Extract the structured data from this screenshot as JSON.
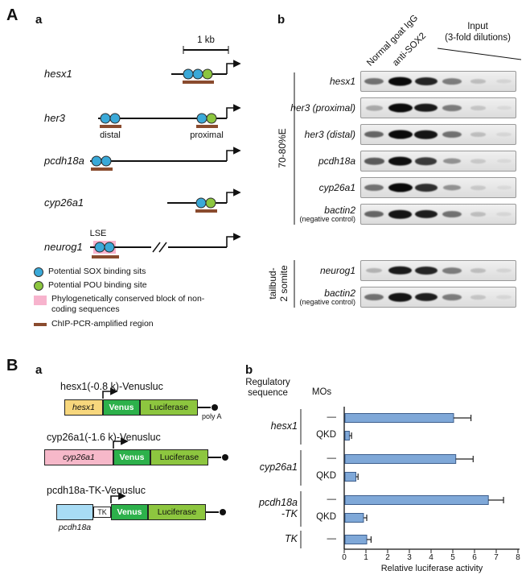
{
  "colors": {
    "sox": "#3aa9d8",
    "pou": "#8cc63f",
    "conserved": "#f7b3cd",
    "chip": "#8a4b2e",
    "venus": "#2db14b",
    "luciferase": "#8dc63f",
    "hesx1_box": "#f7d77d",
    "cyp26a1_box": "#f6b8c9",
    "pcdh18a_box": "#a8dcf5",
    "bar_stroke": "#3d5e8c"
  },
  "panelA": {
    "label": "A",
    "a": {
      "label": "a",
      "scale_label": "1 kb",
      "genes": [
        {
          "name": "hesx1"
        },
        {
          "name": "her3",
          "distal_label": "distal",
          "proximal_label": "proximal"
        },
        {
          "name": "pcdh18a"
        },
        {
          "name": "cyp26a1"
        },
        {
          "name": "neurog1",
          "enhancer_label": "LSE"
        }
      ],
      "legend": [
        {
          "icon": "sox-site-icon",
          "text": "Potential SOX binding sits"
        },
        {
          "icon": "pou-site-icon",
          "text": "Potential POU binding site"
        },
        {
          "icon": "conserved-block-icon",
          "text": "Phylogenetically conserved block of non-coding sequences"
        },
        {
          "icon": "chip-region-icon",
          "text": "ChIP-PCR-amplified region"
        }
      ]
    },
    "b": {
      "label": "b",
      "lane_headers": {
        "igg": "Normal goat IgG",
        "sox2": "anti-SOX2",
        "input_line1": "Input",
        "input_line2": "(3-fold dilutions)"
      },
      "stage_groups": [
        {
          "stage": "70-80%E",
          "rows": [
            {
              "gene": "hesx1",
              "note": "",
              "lanes": [
                0.5,
                0.97,
                0.85,
                0.45,
                0.15,
                0.05
              ]
            },
            {
              "gene": "her3 (proximal)",
              "note": "",
              "lanes": [
                0.25,
                1.0,
                0.9,
                0.45,
                0.12,
                0.03
              ]
            },
            {
              "gene": "her3 (distal)",
              "note": "",
              "lanes": [
                0.55,
                1.0,
                0.92,
                0.5,
                0.15,
                0.04
              ]
            },
            {
              "gene": "pcdh18a",
              "note": "",
              "lanes": [
                0.6,
                0.95,
                0.75,
                0.35,
                0.1,
                0.03
              ]
            },
            {
              "gene": "cyp26a1",
              "note": "",
              "lanes": [
                0.5,
                1.0,
                0.8,
                0.35,
                0.1,
                0.03
              ]
            },
            {
              "gene": "bactin2",
              "note": "(negative control)",
              "lanes": [
                0.55,
                0.92,
                0.88,
                0.5,
                0.15,
                0.04
              ]
            }
          ]
        },
        {
          "stage_line1": "tailbud-",
          "stage_line2": "2 somite",
          "rows": [
            {
              "gene": "neurog1",
              "note": "",
              "lanes": [
                0.2,
                0.9,
                0.85,
                0.45,
                0.15,
                0.05
              ]
            },
            {
              "gene": "bactin2",
              "note": "(negative control)",
              "lanes": [
                0.5,
                0.92,
                0.88,
                0.45,
                0.12,
                0.04
              ]
            }
          ]
        }
      ]
    }
  },
  "panelB": {
    "label": "B",
    "a": {
      "label": "a",
      "constructs": [
        {
          "title": "hesx1(-0.8 k)-Venusluc",
          "promoter": "hesx1",
          "venus": "Venus",
          "luciferase": "Luciferase",
          "polyA": "poly A"
        },
        {
          "title": "cyp26a1(-1.6 k)-Venusluc",
          "promoter": "cyp26a1",
          "venus": "Venus",
          "luciferase": "Luciferase"
        },
        {
          "title": "pcdh18a-TK-Venusluc",
          "promoter": "pcdh18a",
          "tk": "TK",
          "venus": "Venus",
          "luciferase": "Luciferase",
          "promoter_caption": "pcdh18a"
        }
      ]
    },
    "b": {
      "label": "b",
      "header_regulatory": "Regulatory sequence",
      "header_mos": "MOs"
    }
  },
  "chart_data": {
    "type": "bar",
    "orientation": "horizontal",
    "xlabel": "Relative luciferase activity",
    "xlim": [
      0,
      8
    ],
    "xticks": [
      0,
      1,
      2,
      3,
      4,
      5,
      6,
      7,
      8
    ],
    "bar_color": "#7fa8d8",
    "grid": false,
    "groups": [
      {
        "label": "hesx1",
        "bars": [
          {
            "mo": "—",
            "value": 5.0,
            "error": 0.8
          },
          {
            "mo": "QKD",
            "value": 0.2,
            "error": 0.1
          }
        ]
      },
      {
        "label": "cyp26a1",
        "bars": [
          {
            "mo": "—",
            "value": 5.1,
            "error": 0.8
          },
          {
            "mo": "QKD",
            "value": 0.5,
            "error": 0.1
          }
        ]
      },
      {
        "label": "pcdh18a\n-TK",
        "bars": [
          {
            "mo": "—",
            "value": 6.6,
            "error": 0.7
          },
          {
            "mo": "QKD",
            "value": 0.85,
            "error": 0.15
          }
        ]
      },
      {
        "label": "TK",
        "bars": [
          {
            "mo": "—",
            "value": 1.0,
            "error": 0.2
          }
        ]
      }
    ]
  }
}
